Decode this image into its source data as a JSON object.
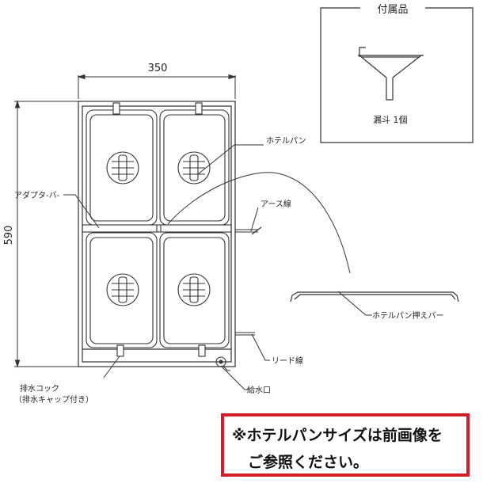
{
  "dimensions": {
    "width": "350",
    "height": "590"
  },
  "accessory": {
    "title": "付属品",
    "item": "漏斗 1個"
  },
  "callouts": {
    "hotel_pan": "ホテルパン",
    "adapter_bar": "アダプタ-バ-",
    "earth_wire": "アース線",
    "hotel_pan_bar": "ホテルパン押えバー",
    "lead_wire": "リード線",
    "drain_cock": "排水コック",
    "drain_cap": "（排水キャップ付き）",
    "water_inlet": "給水口"
  },
  "notice": {
    "line1": "※ホテルパンサイズは前画像を",
    "line2": "ご参照ください。"
  },
  "colors": {
    "line": "#333333",
    "notice_border": "#d01f2a"
  }
}
